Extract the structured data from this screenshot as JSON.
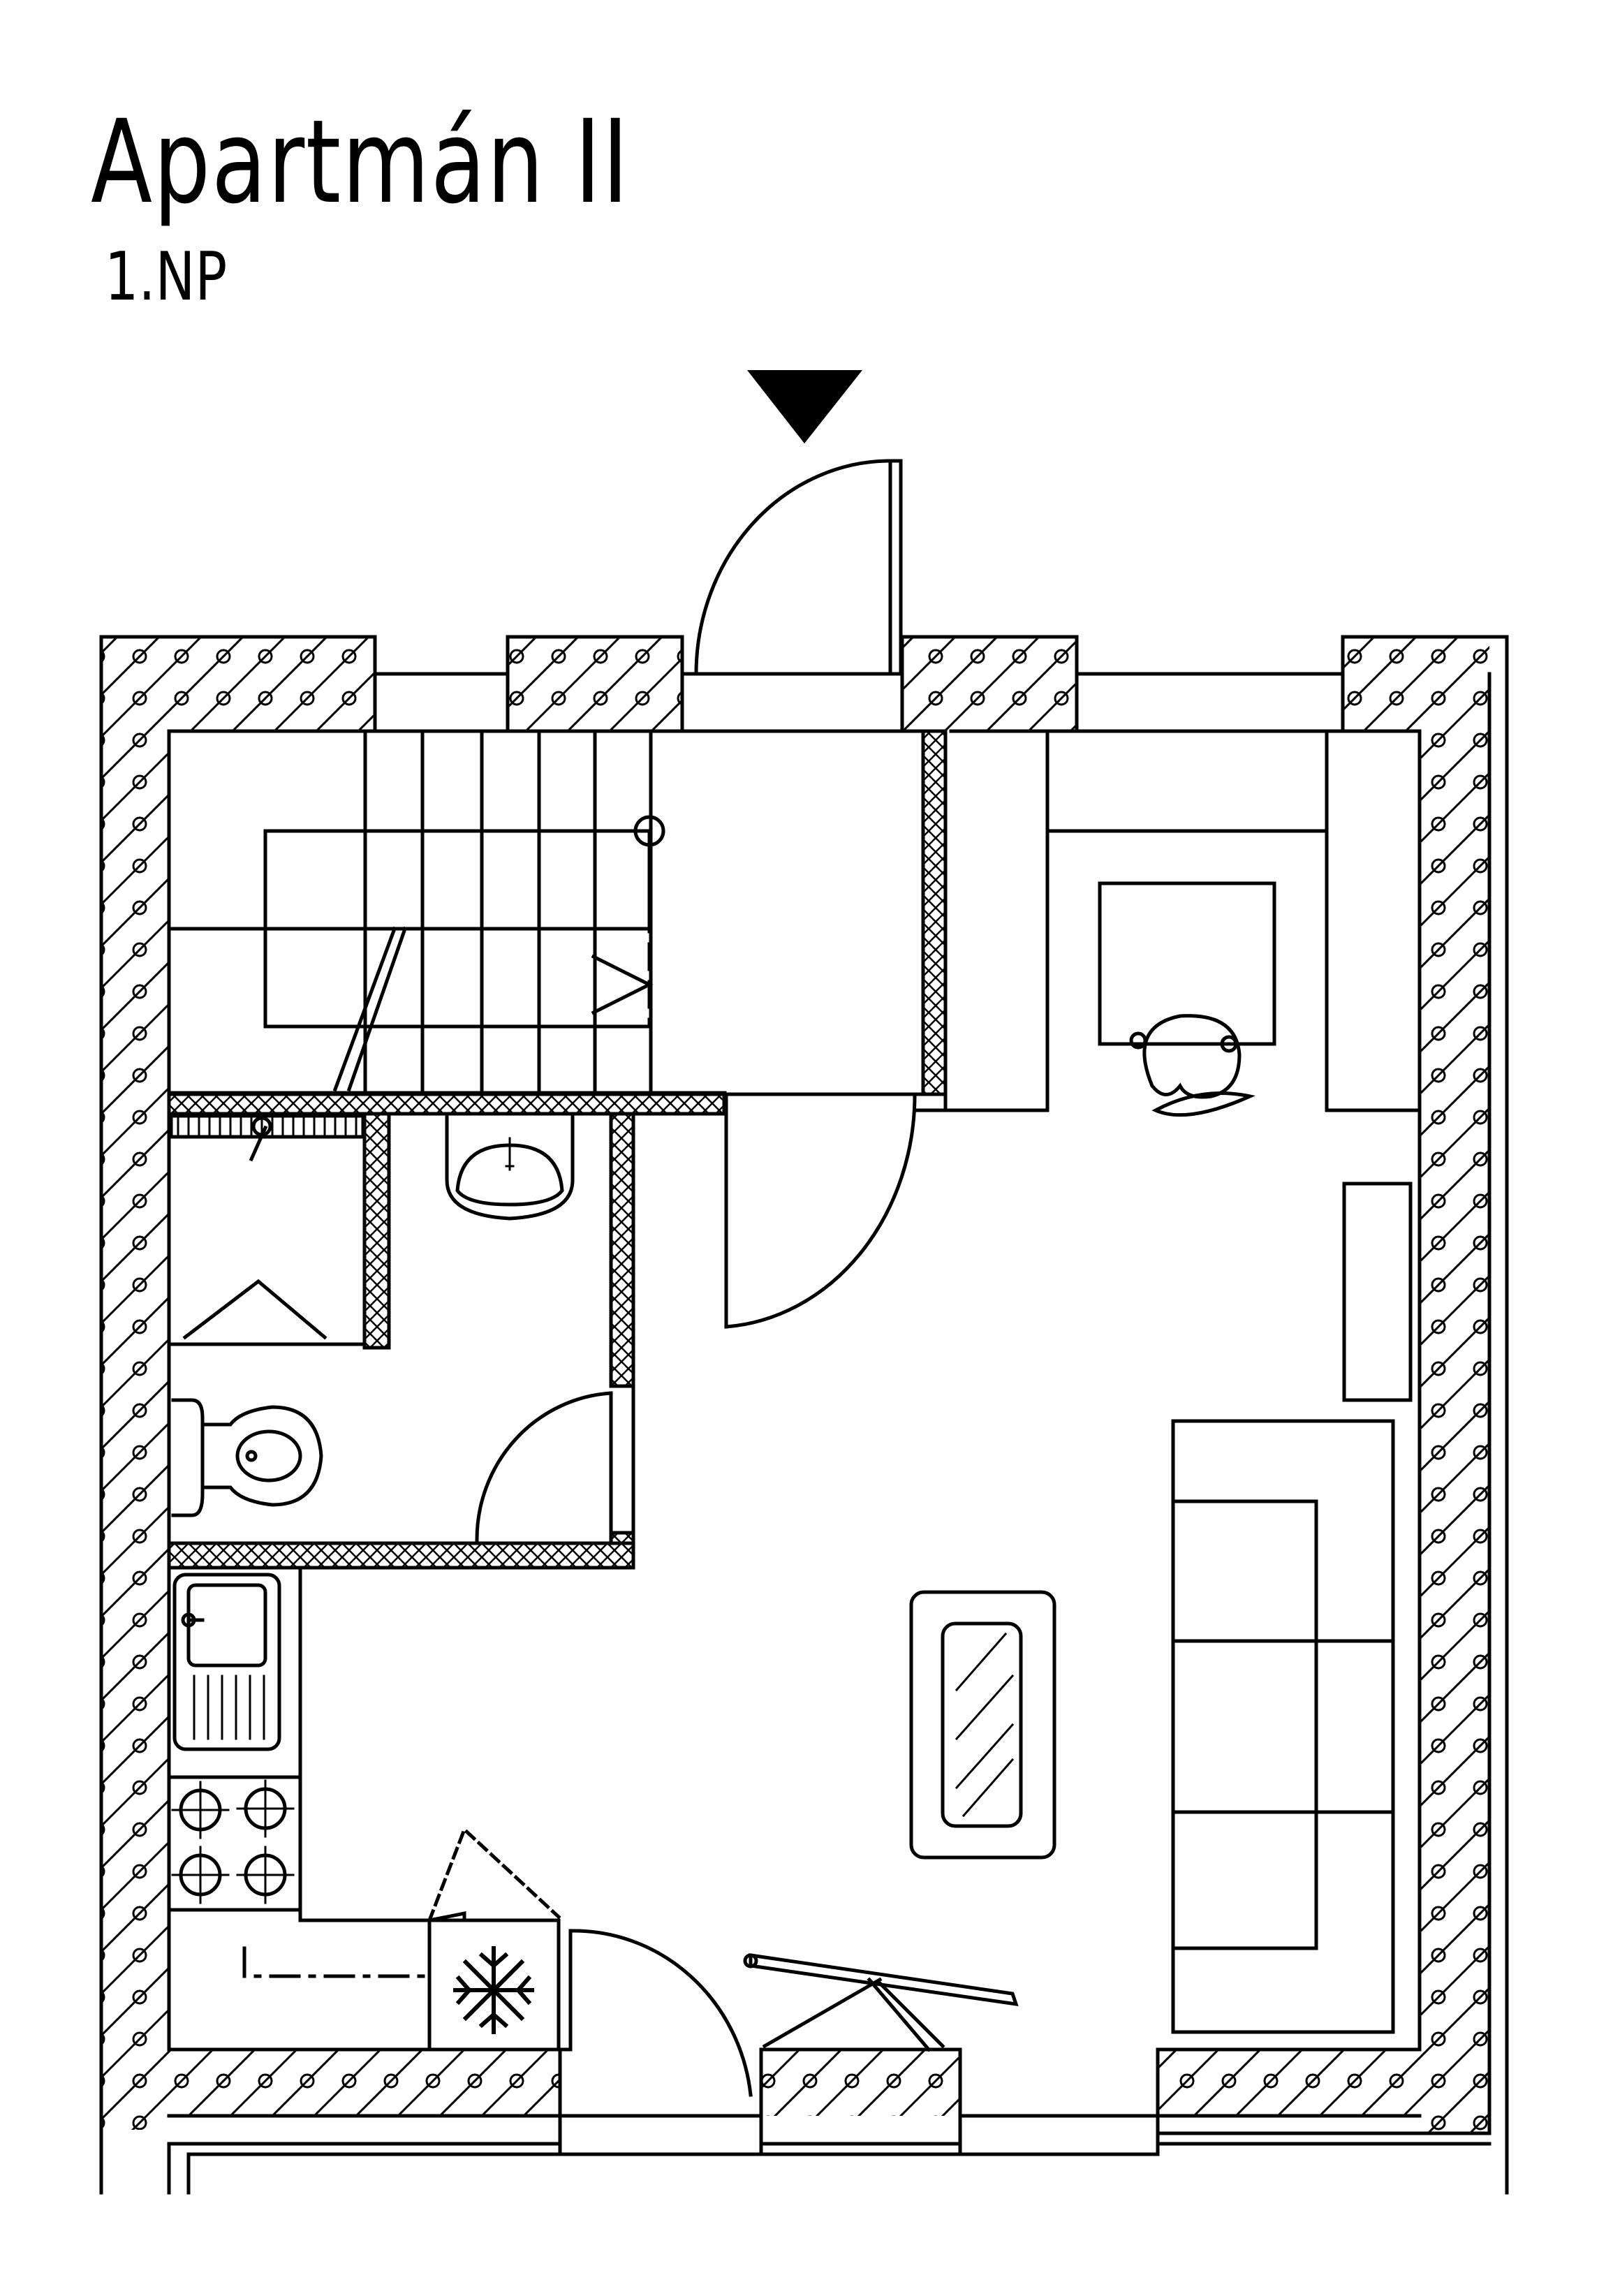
{
  "header": {
    "title": "Apartmán II",
    "subtitle": "1.NP"
  },
  "icons": {
    "entrance_marker": "triangle-down",
    "fridge": "snowflake"
  },
  "colors": {
    "ink": "#000000",
    "background": "#ffffff"
  }
}
